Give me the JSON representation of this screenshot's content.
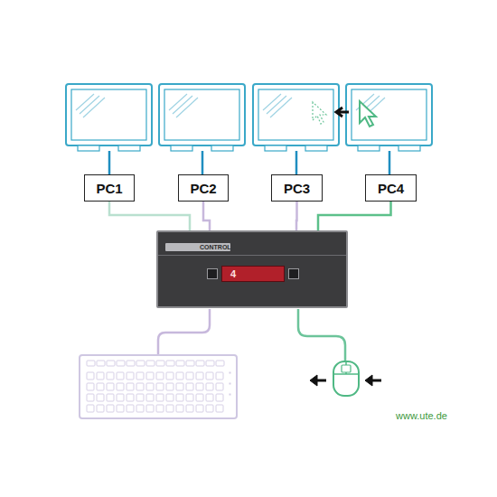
{
  "diagram": {
    "nodes": [
      {
        "text": [
          "PC1"
        ]
      },
      {
        "text": [
          "PC2"
        ]
      },
      {
        "text": [
          "PC3"
        ]
      },
      {
        "text": [
          "PC4"
        ]
      },
      {
        "text": [
          "CONTROL",
          "4"
        ]
      }
    ],
    "edges": [
      {
        "from": 0,
        "to": 4,
        "arrow": "none"
      },
      {
        "from": 1,
        "to": 4,
        "arrow": "none"
      },
      {
        "from": 2,
        "to": 4,
        "arrow": "none"
      },
      {
        "from": 3,
        "to": 4,
        "arrow": "none"
      }
    ],
    "labels": [
      "www.ute.de"
    ]
  }
}
